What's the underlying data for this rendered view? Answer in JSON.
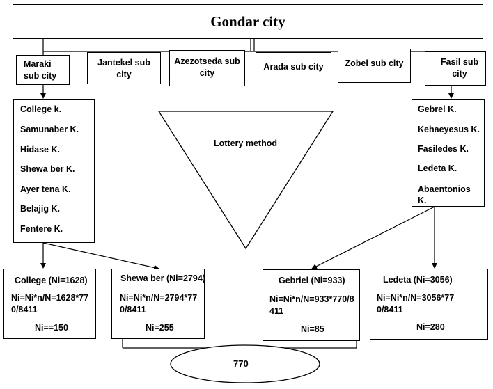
{
  "title": "Gondar city",
  "sub_cities": [
    "Maraki sub city",
    "Jantekel sub city",
    "Azezotseda sub city",
    "Arada sub city",
    "Zobel sub city",
    "Fasil sub city"
  ],
  "maraki_kebeles": [
    "College k.",
    "Samunaber K.",
    "Hidase K.",
    "Shewa ber K.",
    "Ayer tena K.",
    "Belajig K.",
    "Fentere K."
  ],
  "fasil_kebeles": [
    "Gebrel K.",
    "Kehaeyesus K.",
    "Fasiledes K.",
    "Ledeta K.",
    "Abaentonios K."
  ],
  "lottery_label": "Lottery method",
  "samples": [
    {
      "name": "College (Ni=1628)",
      "formula": "Ni=Ni*n/N=1628*770/8411",
      "result": "Ni==150"
    },
    {
      "name": "Shewa ber (Ni=2794)",
      "formula": "Ni=Ni*n/N=2794*770/8411",
      "result": "Ni=255"
    },
    {
      "name": "Gebriel (Ni=933)",
      "formula": "Ni=Ni*n/N=933*770/8411",
      "result": "Ni=85"
    },
    {
      "name": "Ledeta (Ni=3056)",
      "formula": "Ni=Ni*n/N=3056*770/8411",
      "result": "Ni=280"
    }
  ],
  "total": "770"
}
